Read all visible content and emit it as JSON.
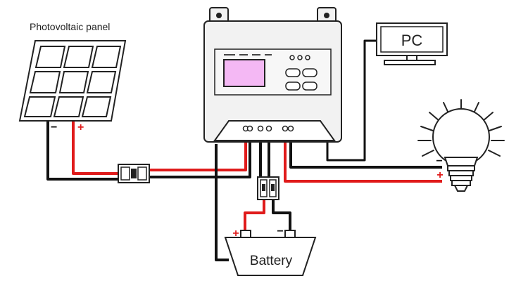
{
  "labels": {
    "pv_panel": "Photovoltaic panel",
    "pc": "PC",
    "battery": "Battery",
    "pv_minus": "−",
    "pv_plus": "+",
    "battery_plus": "+",
    "battery_minus": "−",
    "load_minus": "−",
    "load_plus": "+"
  },
  "colors": {
    "positive_wire": "#e01b1b",
    "negative_wire": "#111111",
    "outline": "#222222",
    "device_fill": "#f2f2f2",
    "lcd_fill": "#f4b8f4"
  },
  "icons": [
    "solar-panel-icon",
    "charge-controller-icon",
    "pc-monitor-icon",
    "light-bulb-icon",
    "battery-icon",
    "breaker-switch-icon"
  ]
}
